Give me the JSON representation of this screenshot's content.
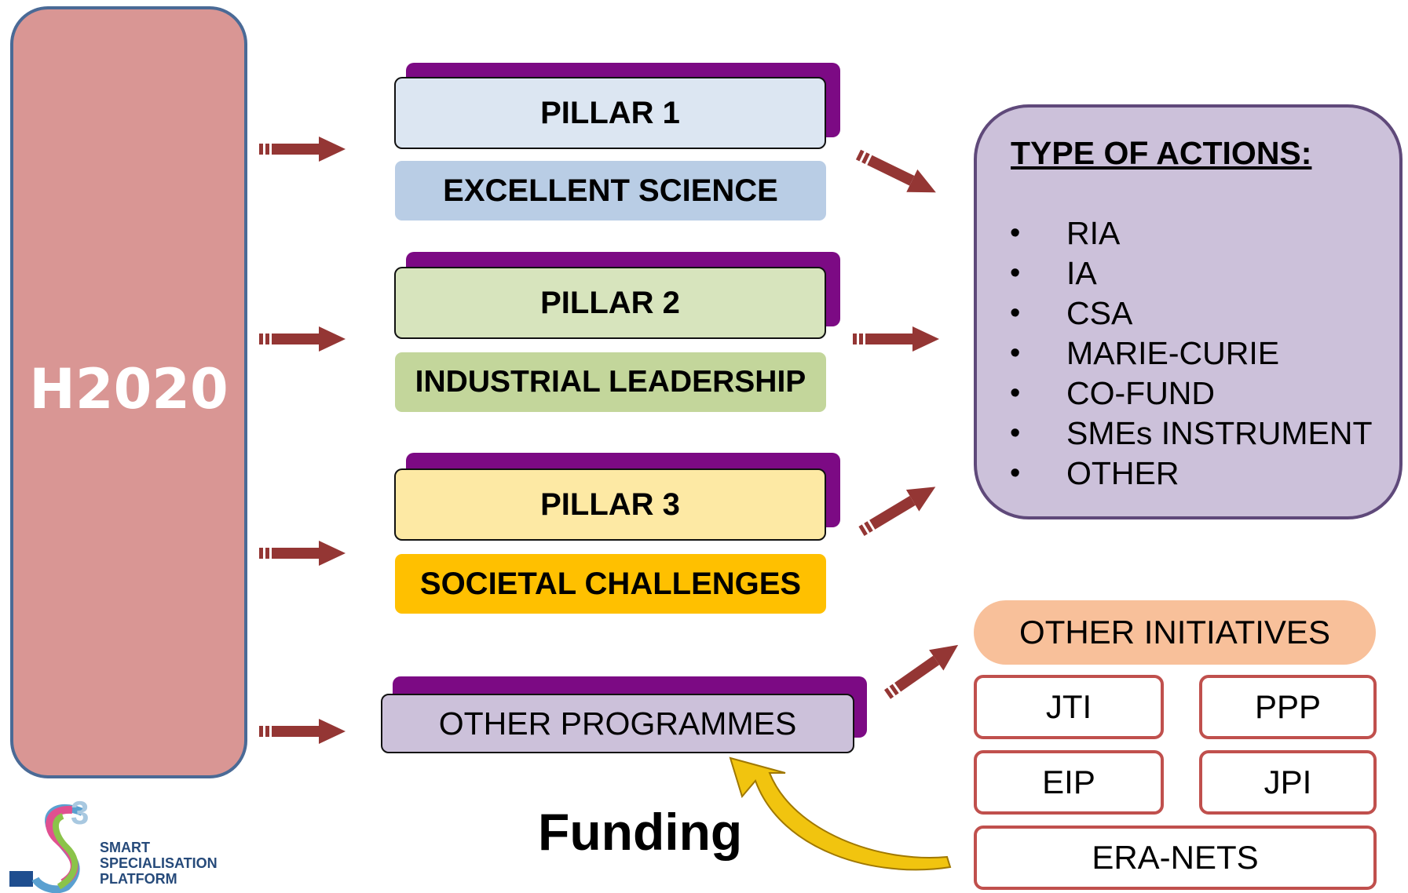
{
  "h2020": {
    "label": "H2020"
  },
  "pillars": [
    {
      "title": "PILLAR 1",
      "subtitle": "EXCELLENT SCIENCE"
    },
    {
      "title": "PILLAR 2",
      "subtitle": "INDUSTRIAL LEADERSHIP"
    },
    {
      "title": "PILLAR 3",
      "subtitle": "SOCIETAL CHALLENGES"
    }
  ],
  "other_programmes": {
    "label": "OTHER PROGRAMMES"
  },
  "actions": {
    "title": "TYPE OF ACTIONS:",
    "bullet": "•",
    "items": [
      "RIA",
      "IA",
      "CSA",
      "MARIE-CURIE",
      "CO-FUND",
      "SMEs INSTRUMENT",
      "OTHER"
    ]
  },
  "other_initiatives": {
    "title": "OTHER INITIATIVES",
    "items": [
      "JTI",
      "PPP",
      "EIP",
      "JPI",
      "ERA-NETS"
    ]
  },
  "funding": {
    "label": "Funding"
  },
  "logo": {
    "number": "3",
    "line1": "SMART",
    "line2": "SPECIALISATION",
    "line3": "PLATFORM"
  },
  "colors": {
    "h2020_fill": "#d99694",
    "pillar_shadow": "#7c0a84",
    "pillar1_fill": "#dce6f2",
    "pillar1_band": "#b9cde5",
    "pillar2_fill": "#d7e4bd",
    "pillar2_band": "#c3d69b",
    "pillar3_fill": "#fde9a4",
    "pillar3_band": "#ffc000",
    "actions_fill": "#ccc1da",
    "initiatives_title_fill": "#f8c09a",
    "initiative_border": "#c0504d",
    "arrow": "#943634",
    "curved_arrow": "#f1c40f"
  }
}
